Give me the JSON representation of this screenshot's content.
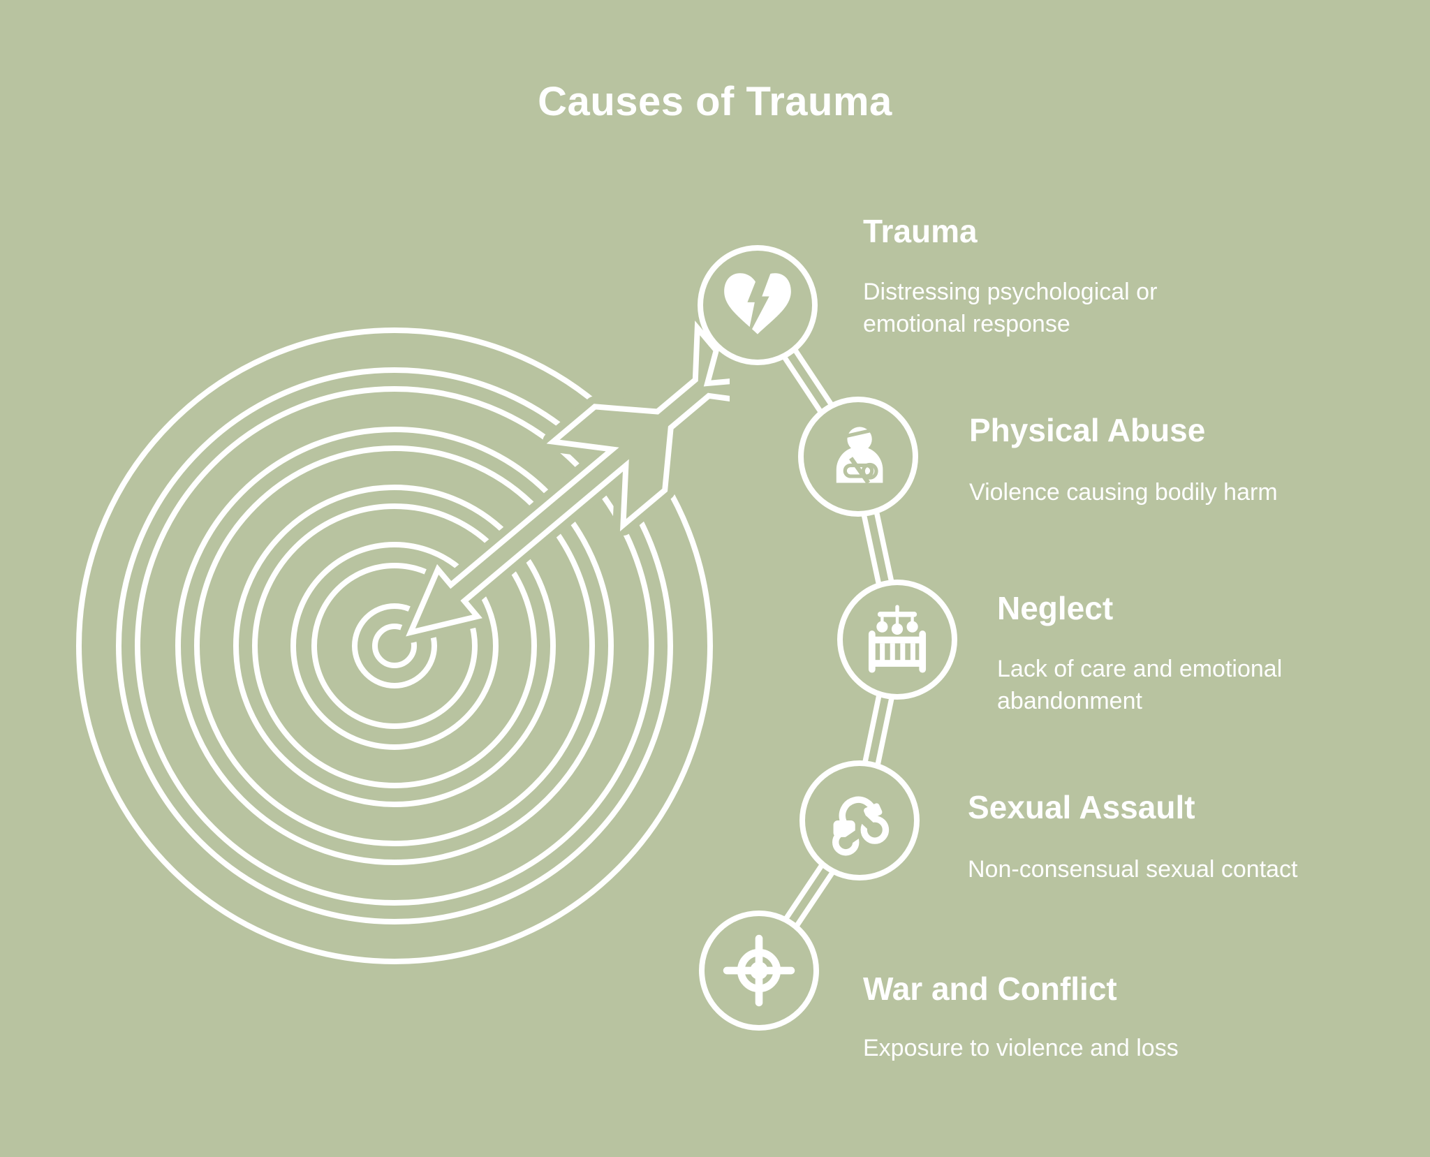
{
  "colors": {
    "background": "#b8c3a0",
    "foreground": "#ffffff"
  },
  "title": "Causes of Trauma",
  "items": [
    {
      "title": "Trauma",
      "description": "Distressing psychological or emotional response",
      "icon": "broken-heart"
    },
    {
      "title": "Physical Abuse",
      "description": "Violence causing bodily harm",
      "icon": "injured-person"
    },
    {
      "title": "Neglect",
      "description": "Lack of care and emotional abandonment",
      "icon": "baby-crib"
    },
    {
      "title": "Sexual Assault",
      "description": "Non-consensual sexual contact",
      "icon": "handcuffs"
    },
    {
      "title": "War and Conflict",
      "description": "Exposure to violence and loss",
      "icon": "crosshair-target"
    }
  ],
  "decoration": {
    "left_graphic": "target-with-arrow"
  }
}
